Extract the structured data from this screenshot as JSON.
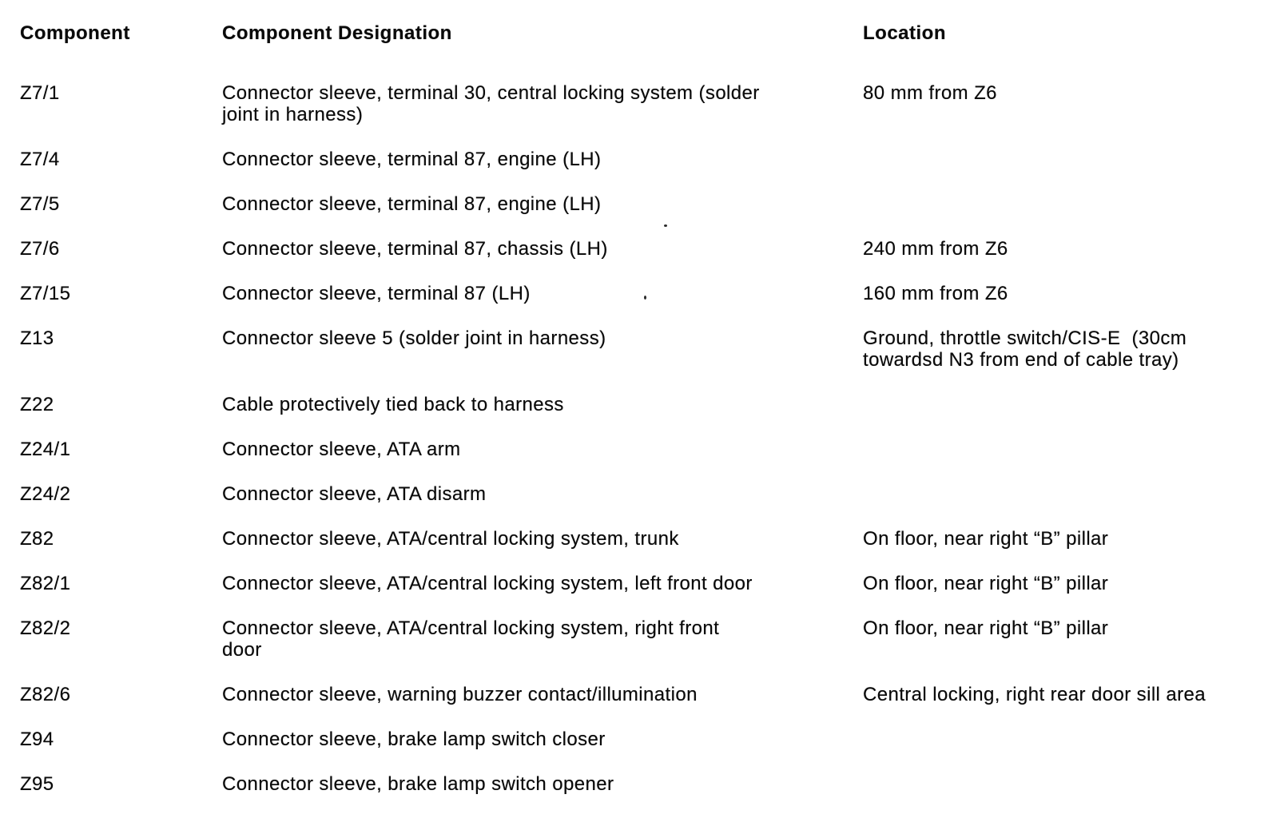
{
  "page": {
    "background": "#ffffff",
    "text_color": "#0a0a0a"
  },
  "table": {
    "headers": [
      "Component",
      "Component Designation",
      "Location"
    ],
    "rows": [
      {
        "component": "Z7/1",
        "designation": "Connector sleeve, terminal 30, central locking system (solder\njoint in harness)",
        "location": "80 mm from Z6"
      },
      {
        "component": "Z7/4",
        "designation": "Connector sleeve, terminal 87, engine (LH)",
        "location": ""
      },
      {
        "component": "Z7/5",
        "designation": "Connector sleeve, terminal 87, engine (LH)",
        "location": ""
      },
      {
        "component": "Z7/6",
        "designation": "Connector sleeve, terminal 87, chassis (LH)",
        "location": "240 mm from Z6"
      },
      {
        "component": "Z7/15",
        "designation": "Connector sleeve, terminal 87 (LH)",
        "location": "160 mm from Z6"
      },
      {
        "component": "Z13",
        "designation": "Connector sleeve 5 (solder joint in harness)",
        "location": "Ground, throttle switch/CIS-E  (30cm\ntowardsd N3 from end of cable tray)"
      },
      {
        "component": "Z22",
        "designation": "Cable protectively tied back to harness",
        "location": ""
      },
      {
        "component": "Z24/1",
        "designation": "Connector sleeve, ATA arm",
        "location": ""
      },
      {
        "component": "Z24/2",
        "designation": "Connector sleeve, ATA disarm",
        "location": ""
      },
      {
        "component": "Z82",
        "designation": "Connector sleeve, ATA/central locking system, trunk",
        "location": "On floor, near right “B” pillar"
      },
      {
        "component": "Z82/1",
        "designation": "Connector sleeve, ATA/central locking system, left front door",
        "location": "On floor, near right “B” pillar"
      },
      {
        "component": "Z82/2",
        "designation": "Connector sleeve, ATA/central locking system, right front\ndoor",
        "location": "On floor, near right “B” pillar"
      },
      {
        "component": "Z82/6",
        "designation": "Connector sleeve, warning buzzer contact/illumination",
        "location": "Central locking, right rear door sill area"
      },
      {
        "component": "Z94",
        "designation": "Connector sleeve, brake lamp switch closer",
        "location": ""
      },
      {
        "component": "Z95",
        "designation": "Connector sleeve, brake lamp switch opener",
        "location": ""
      }
    ]
  }
}
